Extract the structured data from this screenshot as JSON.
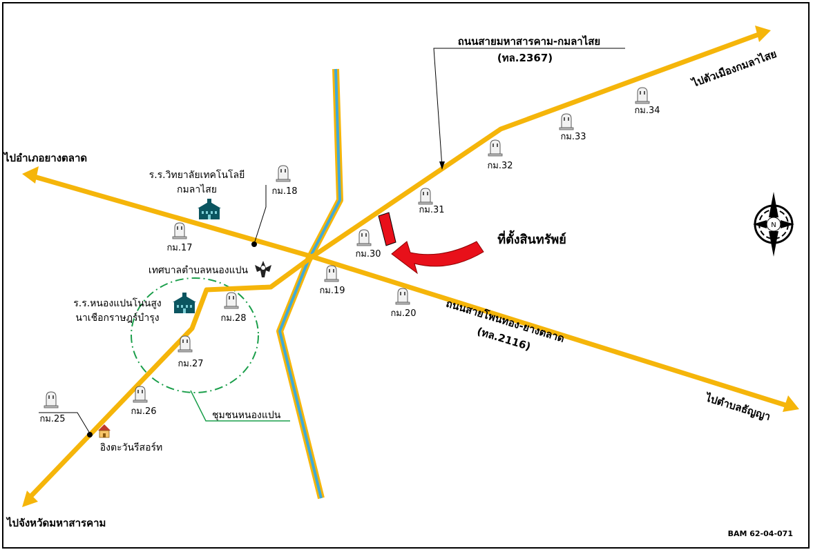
{
  "roads": {
    "northeast_road_name": "ถนนสายมหาสารคาม-กมลาไสย",
    "northeast_road_code": "(ทล.2367)",
    "southeast_road_name": "ถนนสายโพนทอง-ยางตลาด",
    "southeast_road_code": "(ทล.2116)"
  },
  "directions": {
    "to_yang_talat": "ไปอำเภอยางตลาด",
    "to_kamalasai": "ไปตัวเมืองกมลาไสย",
    "to_thanya": "ไปตำบลธัญญา",
    "to_maha_sarakham": "ไปจังหวัดมหาสารคาม"
  },
  "places": {
    "technical_college_line1": "ร.ร.วิทยาลัยเทคโนโลยี",
    "technical_college_line2": "กมลาไสย",
    "municipality": "เทศบาลตำบลหนองแปน",
    "school_line1": "ร.ร.หนองแปนโนนสูง",
    "school_line2": "นาเชือกราษฎร์บำรุง",
    "community": "ชุมชนหนองแปน",
    "resort": "อิงตะวันรีสอร์ท"
  },
  "property": {
    "label": "ที่ตั้งสินทรัพย์",
    "marker_color": "#e8101a"
  },
  "km_markers": {
    "k17": "กม.17",
    "k18": "กม.18",
    "k19": "กม.19",
    "k20": "กม.20",
    "k25": "กม.25",
    "k26": "กม.26",
    "k27": "กม.27",
    "k28": "กม.28",
    "k30": "กม.30",
    "k31": "กม.31",
    "k32": "กม.32",
    "k33": "กม.33",
    "k34": "กม.34"
  },
  "compass": {
    "letter": "N"
  },
  "reference_code": "BAM 62-04-071",
  "colors": {
    "road": "#f5b50a",
    "canal_outer": "#f5b50a",
    "canal_inner": "#3fa9d8",
    "community_circle": "#1a9e4a",
    "building": "#0b5560",
    "arrow": "#e8101a"
  }
}
